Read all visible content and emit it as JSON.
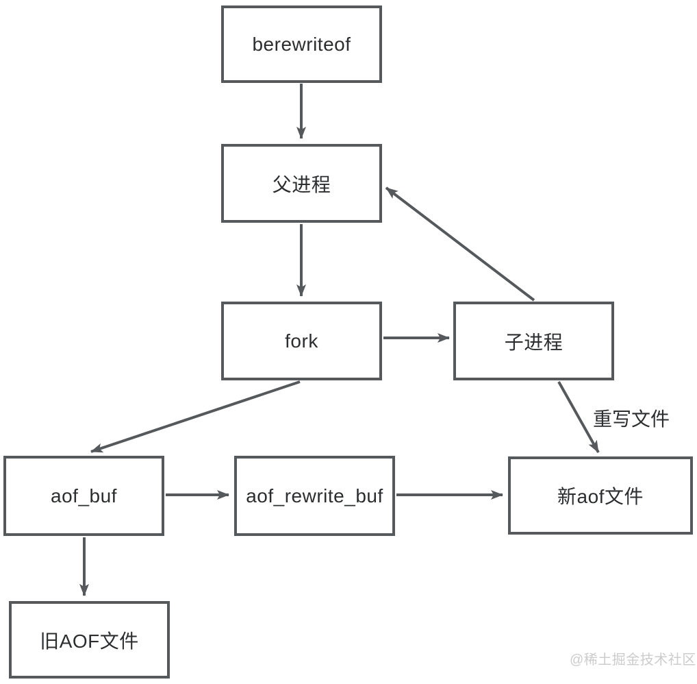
{
  "diagram": {
    "title_hint": "Redis AOF rewrite flow",
    "nodes": {
      "berewriteof": {
        "label": "berewriteof"
      },
      "parent_process": {
        "label": "父进程"
      },
      "fork": {
        "label": "fork"
      },
      "child_process": {
        "label": "子进程"
      },
      "aof_buf": {
        "label": "aof_buf"
      },
      "aof_rewrite_buf": {
        "label": "aof_rewrite_buf"
      },
      "new_aof_file": {
        "label": "新aof文件"
      },
      "old_aof_file": {
        "label": "旧AOF文件"
      }
    },
    "edges": [
      {
        "from": "berewriteof",
        "to": "parent_process"
      },
      {
        "from": "parent_process",
        "to": "fork"
      },
      {
        "from": "fork",
        "to": "child_process"
      },
      {
        "from": "child_process",
        "to": "parent_process"
      },
      {
        "from": "fork",
        "to": "aof_buf"
      },
      {
        "from": "child_process",
        "to": "new_aof_file",
        "label": "重写文件"
      },
      {
        "from": "aof_buf",
        "to": "aof_rewrite_buf"
      },
      {
        "from": "aof_rewrite_buf",
        "to": "new_aof_file"
      },
      {
        "from": "aof_buf",
        "to": "old_aof_file"
      }
    ],
    "edge_labels": {
      "rewrite_file": "重写文件"
    },
    "watermark": "@稀土掘金技术社区",
    "colors": {
      "line": "#55595c",
      "text": "#2b2d2f",
      "watermark": "#cccccc",
      "background": "#ffffff"
    }
  }
}
